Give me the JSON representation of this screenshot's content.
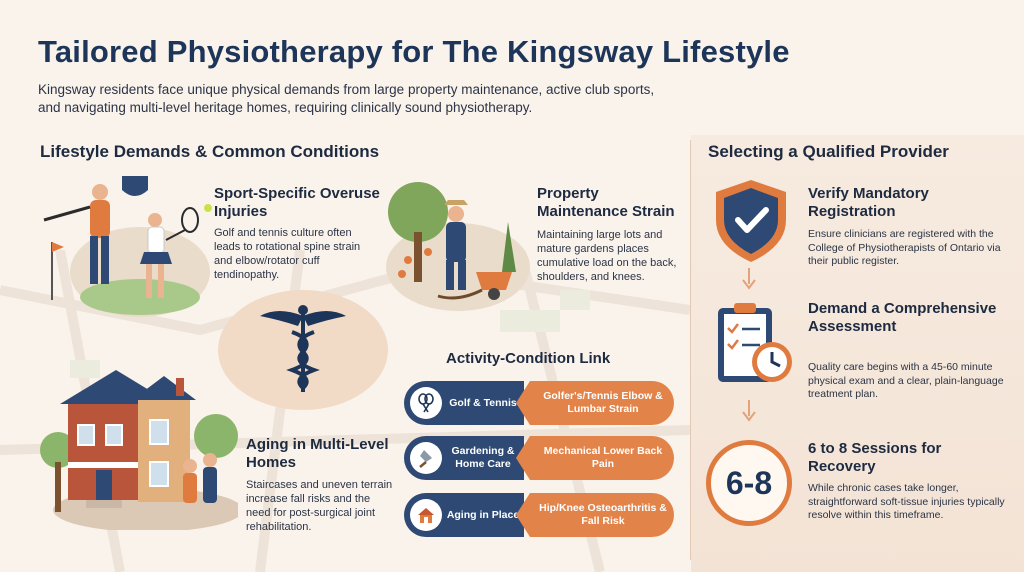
{
  "header": {
    "title": "Tailored Physiotherapy for The Kingsway Lifestyle",
    "subtitle": "Kingsway residents face unique physical demands from large property maintenance, active club sports, and navigating multi-level heritage homes, requiring clinically sound physiotherapy."
  },
  "left": {
    "heading": "Lifestyle Demands & Common Conditions",
    "items": [
      {
        "title": "Sport-Specific Overuse Injuries",
        "desc": "Golf and tennis culture often leads to rotational spine strain and elbow/rotator cuff tendinopathy."
      },
      {
        "title": "Property Maintenance Strain",
        "desc": "Maintaining large lots and mature gardens places cumulative load on the back, shoulders, and knees."
      },
      {
        "title": "Aging in Multi-Level Homes",
        "desc": "Staircases and uneven terrain increase fall risks and the need for post-surgical joint rehabilitation."
      }
    ]
  },
  "link": {
    "heading": "Activity-Condition Link",
    "rows": [
      {
        "activity": "Golf & Tennis",
        "condition": "Golfer's/Tennis Elbow & Lumbar Strain",
        "icon": "tennis-rackets-icon"
      },
      {
        "activity": "Gardening & Home Care",
        "condition": "Mechanical Lower Back Pain",
        "icon": "trowel-icon"
      },
      {
        "activity": "Aging in Place",
        "condition": "Hip/Knee Osteoarthritis & Fall Risk",
        "icon": "house-icon"
      }
    ]
  },
  "right": {
    "heading": "Selecting a Qualified Provider",
    "steps": [
      {
        "title": "Verify Mandatory Registration",
        "desc": "Ensure clinicians are registered with the College of Physiotherapists of Ontario via their public register.",
        "icon": "shield-check-icon"
      },
      {
        "title": "Demand a Comprehensive Assessment",
        "desc": "Quality care begins with a 45-60 minute physical exam and a clear, plain-language treatment plan.",
        "icon": "clipboard-clock-icon"
      },
      {
        "title": "6 to 8 Sessions for Recovery",
        "desc": "While chronic cases take longer, straightforward soft-tissue injuries typically resolve within this timeframe.",
        "badge": "6-8"
      }
    ]
  },
  "colors": {
    "navy": "#1d3559",
    "blue": "#2e4a74",
    "orange": "#e2844a",
    "background": "#faf3ec"
  }
}
